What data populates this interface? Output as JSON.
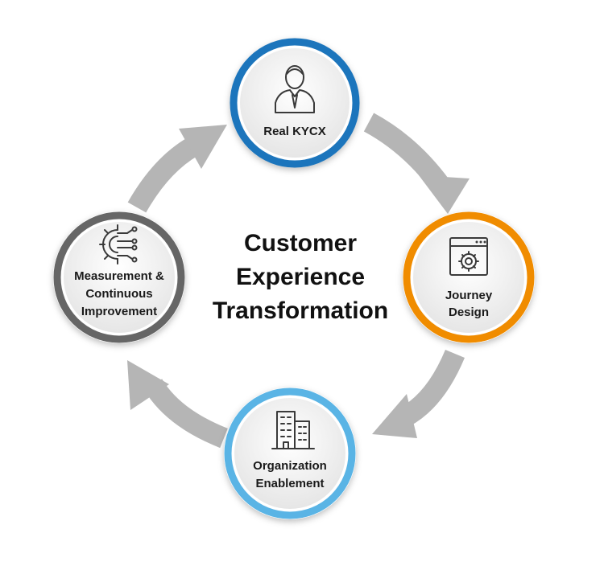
{
  "center_title": {
    "line1": "Customer",
    "line2": "Experience",
    "line3": "Transformation"
  },
  "nodes": [
    {
      "id": "real-kycx",
      "lines": [
        "Real KYCX"
      ],
      "ring_color": "#1b75bc",
      "icon": "person-icon"
    },
    {
      "id": "journey-design",
      "lines": [
        "Journey",
        "Design"
      ],
      "ring_color": "#f08c00",
      "icon": "browser-gear-icon"
    },
    {
      "id": "organization-enablement",
      "lines": [
        "Organization",
        "Enablement"
      ],
      "ring_color": "#5ab4e5",
      "icon": "buildings-icon"
    },
    {
      "id": "measurement",
      "lines": [
        "Measurement &",
        "Continuous",
        "Improvement"
      ],
      "ring_color": "#666666",
      "icon": "circuit-gear-icon"
    }
  ],
  "colors": {
    "arrow": "#b5b5b5",
    "inner_fill": "#f2f2f2"
  }
}
